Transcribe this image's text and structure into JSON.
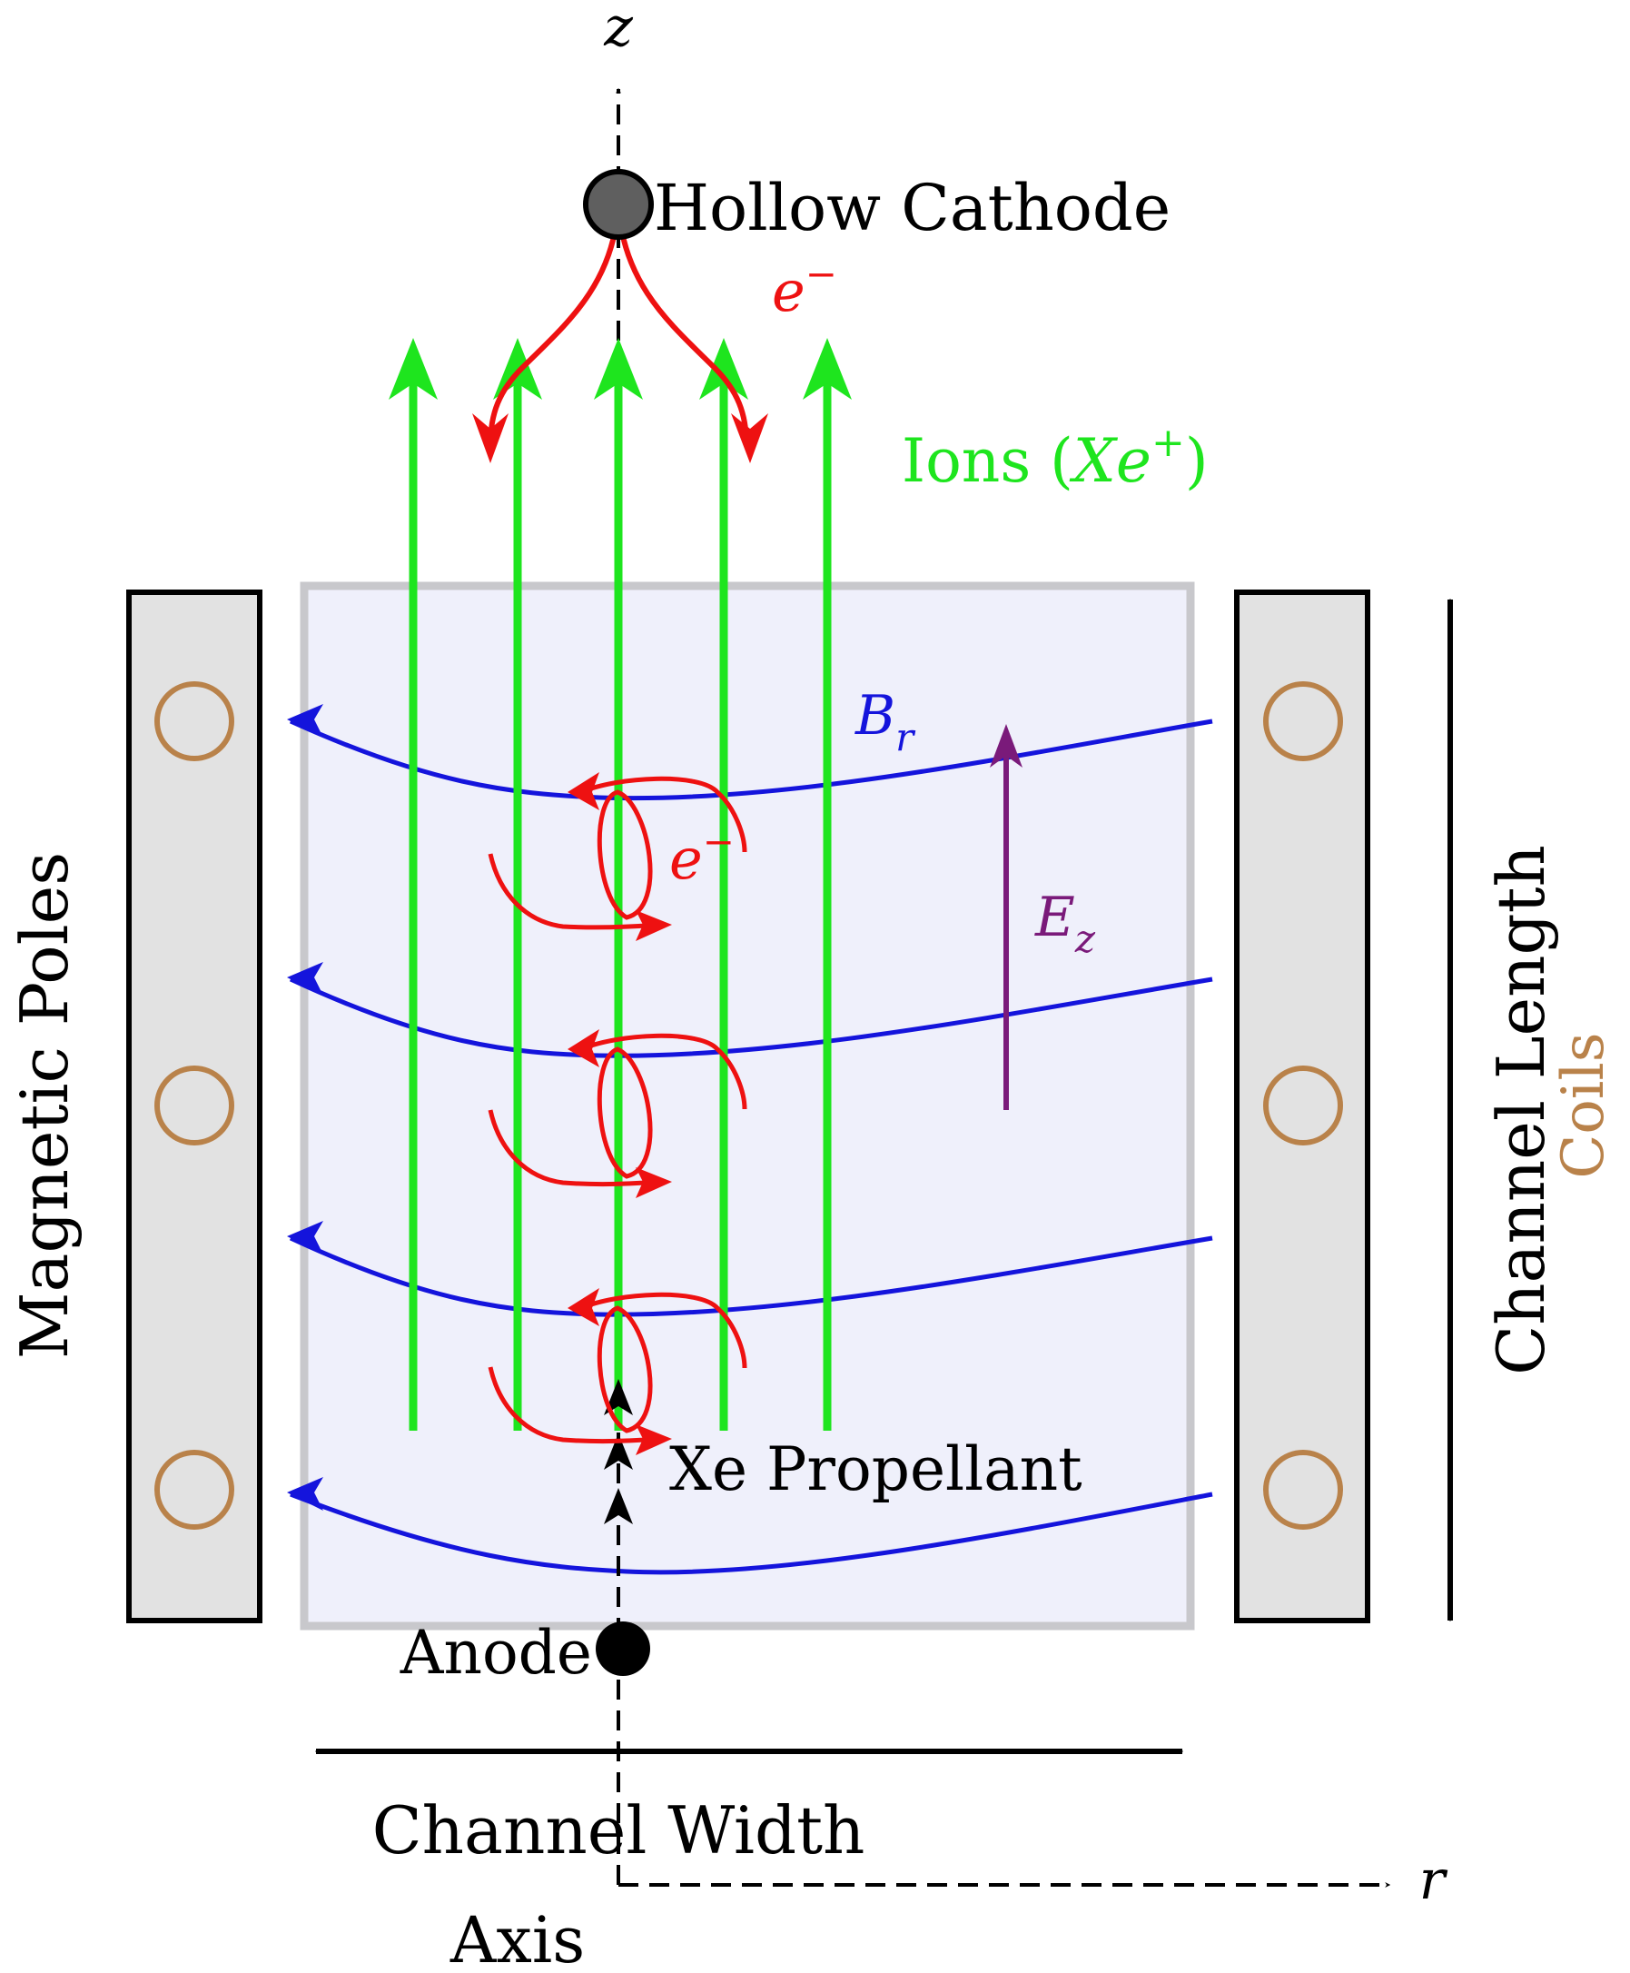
{
  "labels": {
    "z_axis": "z",
    "r_axis": "r",
    "hollow_cathode": "Hollow Cathode",
    "electron_top": "e",
    "electron_top_sup": "−",
    "ions_prefix": "Ions (",
    "ions_species": "Xe",
    "ions_sup": "+",
    "ions_suffix": ")",
    "b_field": "B",
    "b_field_sub": "r",
    "electron_channel": "e",
    "electron_channel_sup": "−",
    "e_field": "E",
    "e_field_sub": "z",
    "xe_propellant": "Xe Propellant",
    "anode": "Anode",
    "channel_width": "Channel Width",
    "axis": "Axis",
    "channel_length": "Channel Length",
    "coils": "Coils",
    "magnetic_poles": "Magnetic Poles"
  },
  "colors": {
    "ions": "#1ee51e",
    "electrons": "#ee1111",
    "b_field": "#1414dc",
    "e_field": "#7a1a7a",
    "coils": "#b9824a",
    "channel_fill": "#eff0fb",
    "channel_border": "#c8c8cc",
    "pole_fill": "#e2e2e2",
    "cathode_fill": "#5f5f5f",
    "text": "#000000"
  }
}
